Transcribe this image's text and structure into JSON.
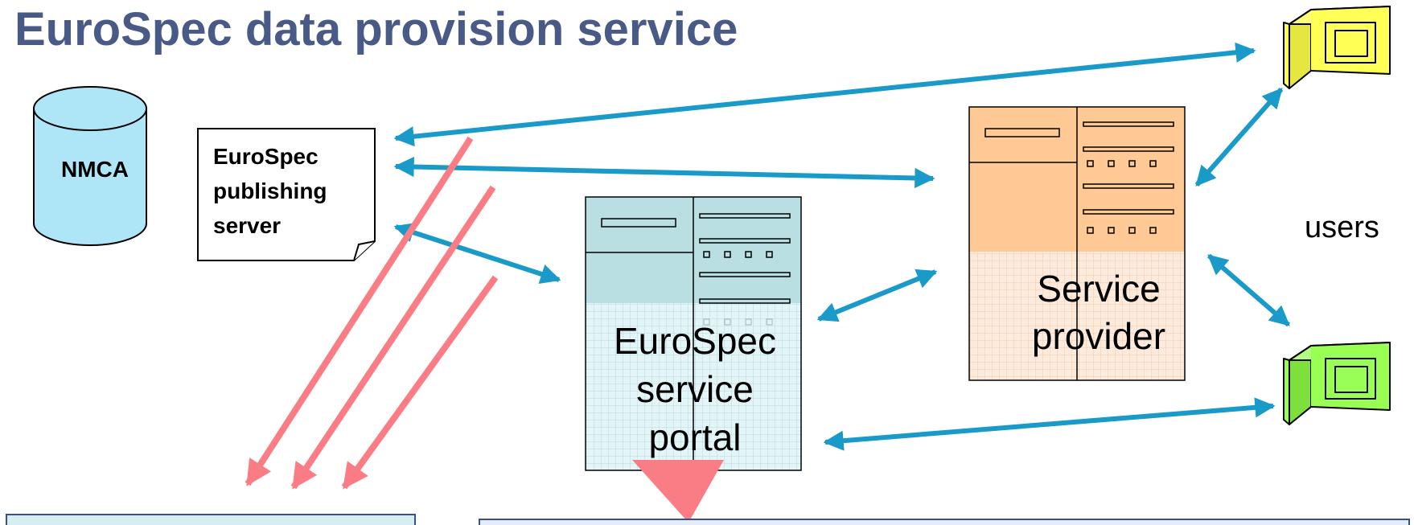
{
  "title": "EuroSpec data provision service",
  "nodes": {
    "nmca": {
      "label": "NMCA",
      "fill": "#aee6f7"
    },
    "publishing_server": {
      "lines": [
        "EuroSpec",
        "publishing",
        "server"
      ]
    },
    "service_portal": {
      "lines": [
        "EuroSpec",
        "service",
        "portal"
      ],
      "fill": "#b9dfe3"
    },
    "service_provider": {
      "lines": [
        "Service",
        "provider"
      ],
      "fill": "#ffc996"
    },
    "users": {
      "label": "users"
    },
    "user_terminal_1": {
      "icon": "computer-terminal-icon",
      "fill": "#ffff55"
    },
    "user_terminal_2": {
      "icon": "computer-terminal-icon",
      "fill": "#99ff55"
    }
  },
  "colors": {
    "title": "#4a5a86",
    "exchange_arrow": "#1a9ac9",
    "delivery_arrow": "#fa7c84",
    "bottom_box_left": "#d6eef2",
    "bottom_box_right": "#e4ecf8"
  }
}
